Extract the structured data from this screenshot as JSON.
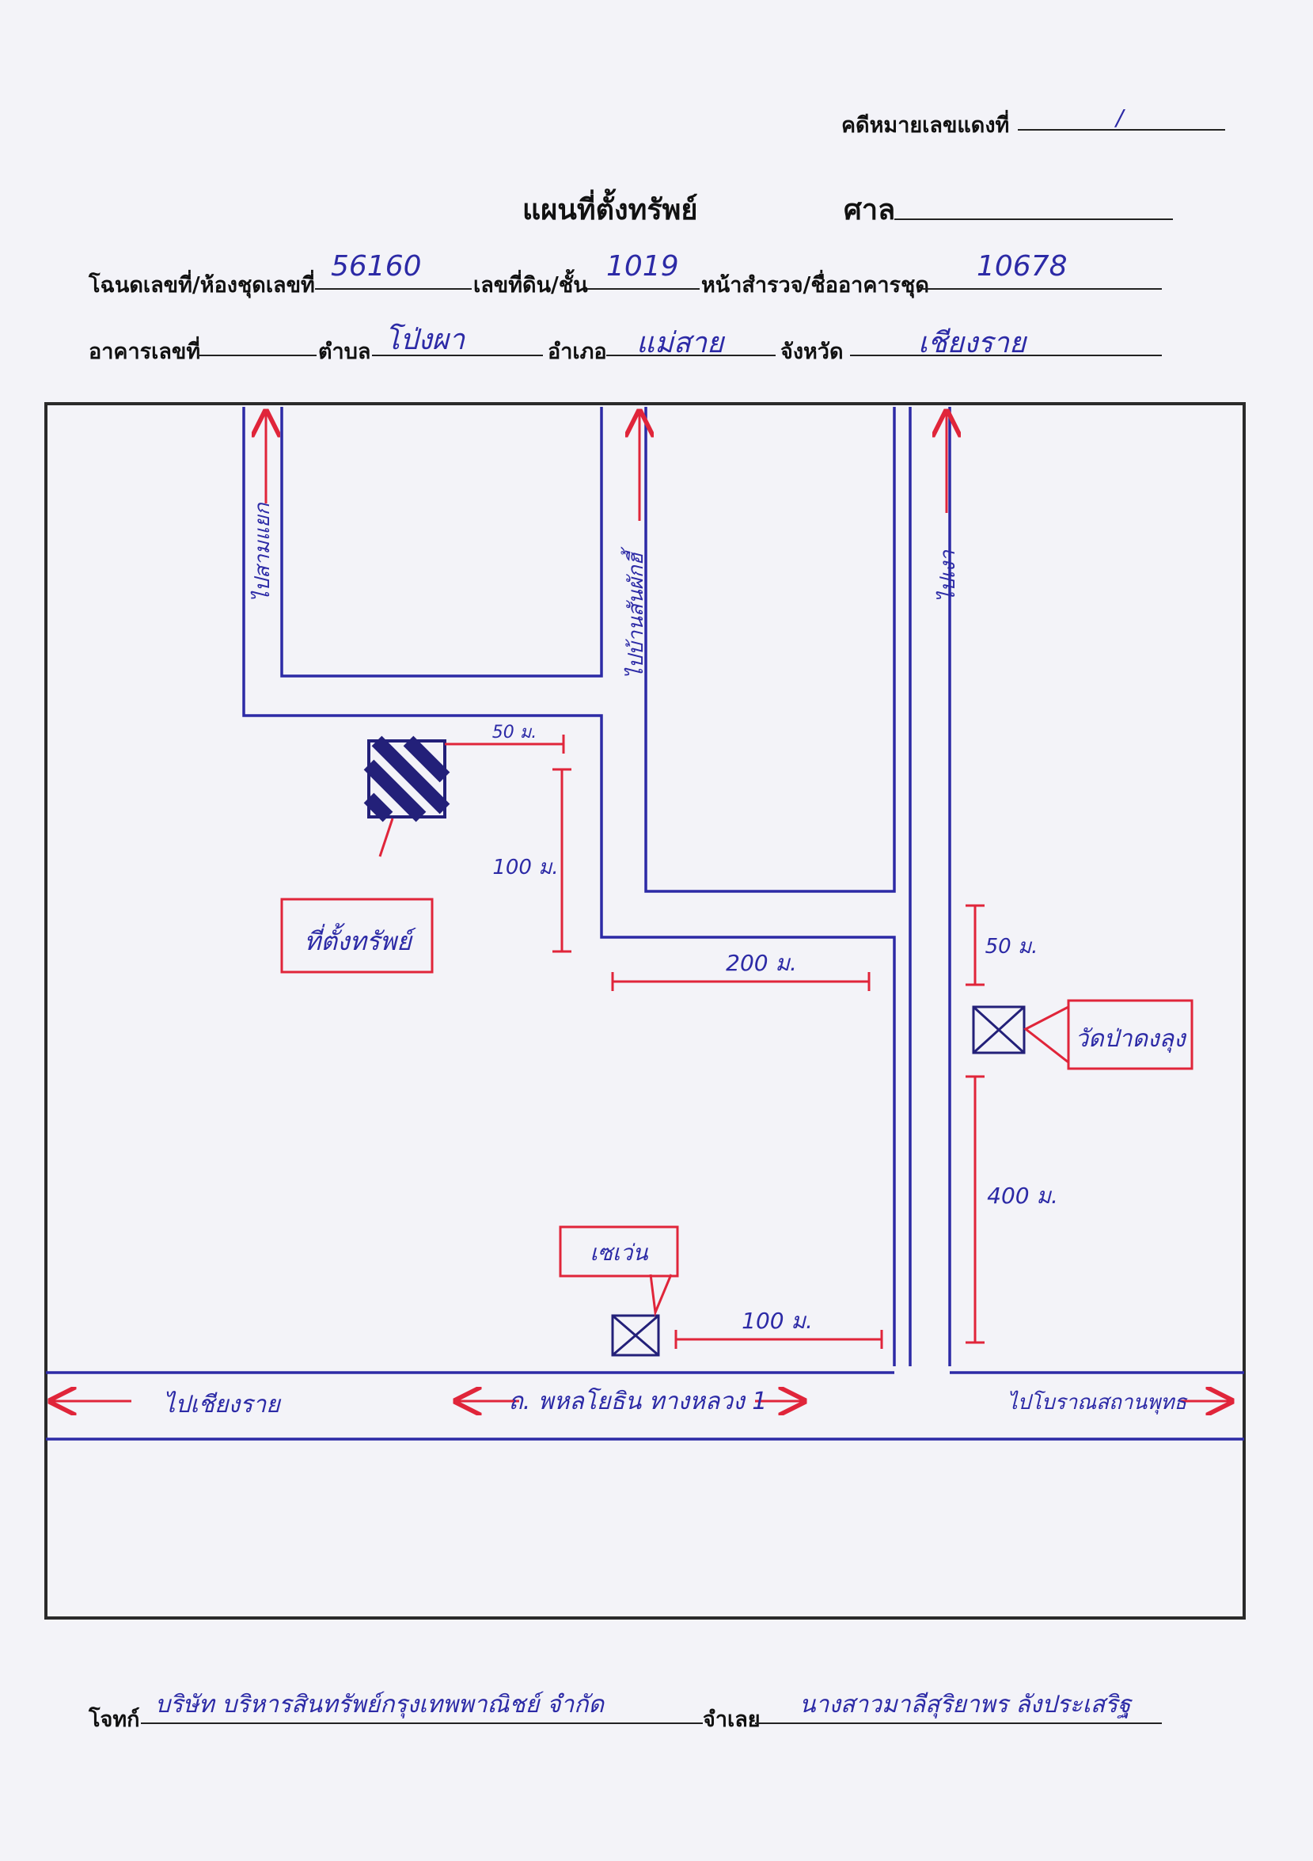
{
  "header": {
    "red_case_label": "คดีหมายเลขแดงที่",
    "red_case_value": "/",
    "doc_title": "แผนที่ตั้งทรัพย์",
    "court_label": "ศาล",
    "court_value": ""
  },
  "fields": {
    "deed_label": "โฉนดเลขที่/ห้องชุดเลขที่",
    "deed_value": "56160",
    "land_no_label": "เลขที่ดิน/ชั้น",
    "land_no_value": "1019",
    "survey_label": "หน้าสำรวจ/ชื่ออาคารชุด",
    "survey_value": "10678",
    "building_no_label": "อาคารเลขที่",
    "building_no_value": "",
    "subdistrict_label": "ตำบล",
    "subdistrict_value": "โป่งผา",
    "district_label": "อำเภอ",
    "district_value": "แม่สาย",
    "province_label": "จังหวัด",
    "province_value": "เชียงราย"
  },
  "map": {
    "road_left_label": "ไปสามแยก",
    "road_mid_label": "ไปบ้านสันผักฮี้",
    "road_right_label": "ไปเงา",
    "main_road_label": "ถ. พหลโยธิน ทางหลวง 1",
    "to_left_label": "ไปเชียงราย",
    "to_right_label": "ไปโบราณสถานพุทธ",
    "property_label": "ที่ตั้งทรัพย์",
    "temple_label": "วัดป่าดงลุง",
    "school_label": "เซเว่น",
    "dist_50_top": "50 ม.",
    "dist_100_vert": "100 ม.",
    "dist_200": "200 ม.",
    "dist_50_right": "50 ม.",
    "dist_400": "400 ม.",
    "dist_100_bottom": "100 ม.",
    "colors": {
      "road": "#2c2aa6",
      "annotation": "#e0253a"
    }
  },
  "footer": {
    "plaintiff_label": "โจทก์",
    "plaintiff_value": "บริษัท บริหารสินทรัพย์กรุงเทพพาณิชย์ จำกัด",
    "defendant_label": "จำเลย",
    "defendant_value": "นางสาวมาลีสุริยาพร ลังประเสริฐ"
  }
}
